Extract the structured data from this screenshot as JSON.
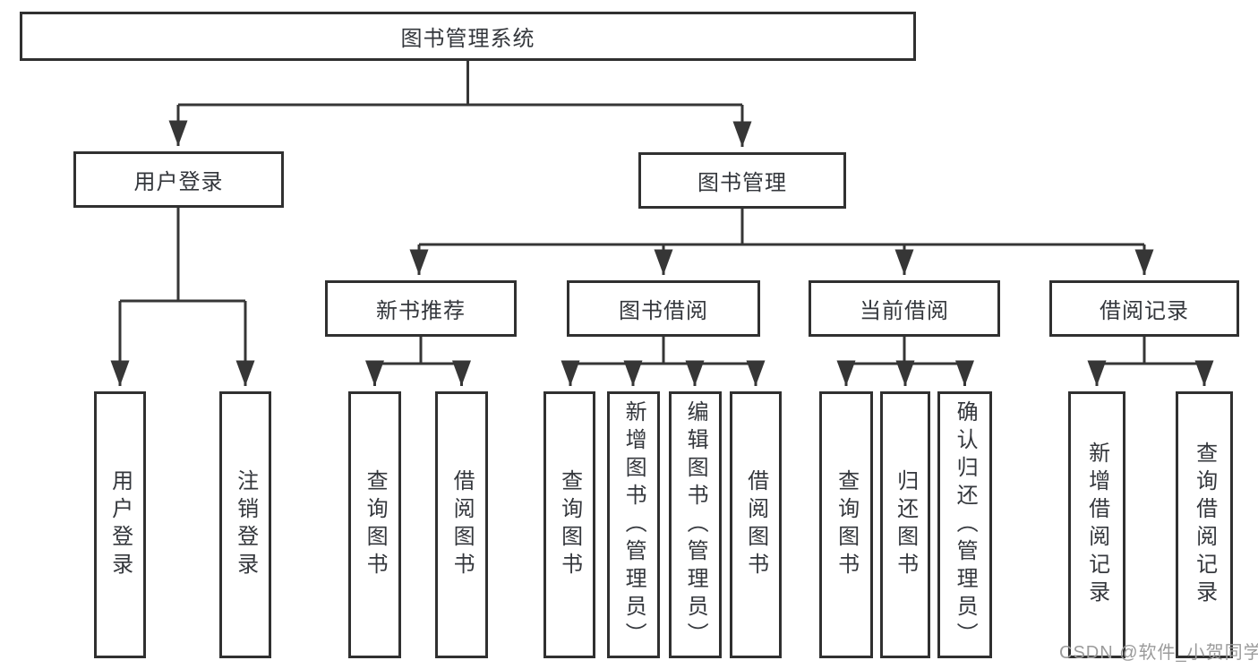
{
  "watermark": "CSDN @软件_小贺同学",
  "colors": {
    "box_border": "#303030",
    "connector": "#363636",
    "text": "#34373c",
    "watermark": "#9b9b9b",
    "background": "#ffffff"
  },
  "tree": {
    "label": "图书管理系统",
    "children": [
      {
        "label": "用户登录",
        "children": [
          {
            "label": "用户登录"
          },
          {
            "label": "注销登录"
          }
        ]
      },
      {
        "label": "图书管理",
        "children": [
          {
            "label": "新书推荐",
            "children": [
              {
                "label": "查询图书"
              },
              {
                "label": "借阅图书"
              }
            ]
          },
          {
            "label": "图书借阅",
            "children": [
              {
                "label": "查询图书"
              },
              {
                "label": "新增图书（管理员）"
              },
              {
                "label": "编辑图书（管理员）"
              },
              {
                "label": "借阅图书"
              }
            ]
          },
          {
            "label": "当前借阅",
            "children": [
              {
                "label": "查询图书"
              },
              {
                "label": "归还图书"
              },
              {
                "label": "确认归还（管理员）"
              }
            ]
          },
          {
            "label": "借阅记录",
            "children": [
              {
                "label": "新增借阅记录"
              },
              {
                "label": "查询借阅记录"
              }
            ]
          }
        ]
      }
    ]
  }
}
